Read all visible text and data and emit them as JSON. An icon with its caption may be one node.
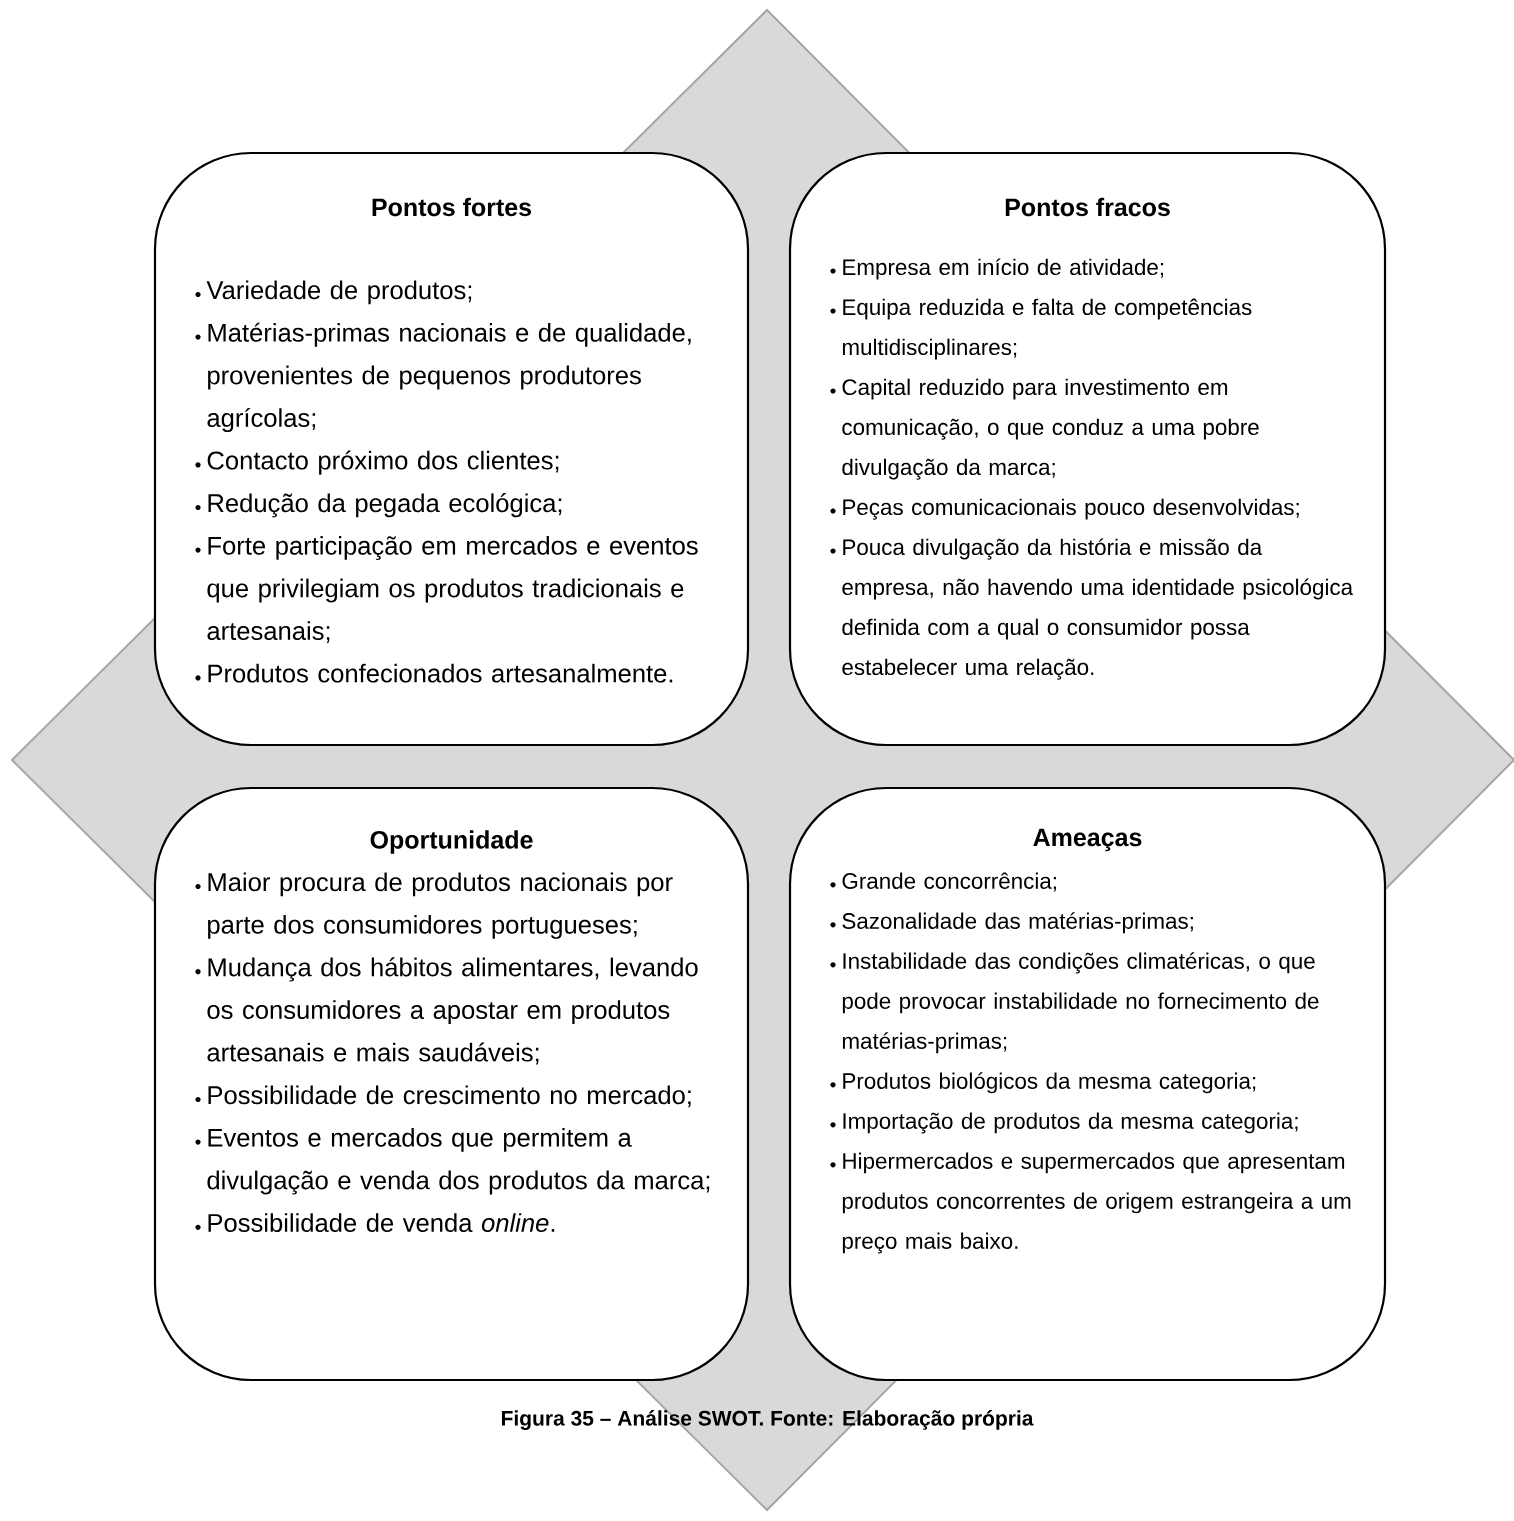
{
  "diagram": {
    "caption": "Figura 35 – Análise SWOT. Fonte: Elaboração própria",
    "nodes": [
      {
        "text": [
          "Pontos fortes",
          "Variedade de produtos;",
          "Matérias-primas nacionais e de qualidade, provenientes de pequenos produtores agrícolas;",
          "Contacto próximo dos clientes;",
          "Redução da pegada ecológica;",
          "Forte participação em mercados e eventos que privilegiam os produtos tradicionais e artesanais;",
          "Produtos confecionados artesanalmente."
        ]
      },
      {
        "text": [
          "Pontos fracos",
          "Empresa em início de atividade;",
          "Equipa reduzida e falta de competências multidisciplinares;",
          "Capital reduzido para investimento em comunicação, o que conduz a uma pobre divulgação da marca;",
          "Peças comunicacionais pouco desenvolvidas;",
          "Pouca divulgação da história e missão da empresa, não havendo uma identidade psicológica definida com a qual o consumidor possa estabelecer uma relação."
        ]
      },
      {
        "text": [
          "Oportunidade",
          "Maior procura de produtos nacionais por parte dos consumidores portugueses;",
          "Mudança dos hábitos alimentares, levando os consumidores a apostar em produtos artesanais e mais saudáveis;",
          "Possibilidade de crescimento no mercado;",
          "Eventos e mercados que permitem a divulgação e venda dos produtos da marca;",
          "Possibilidade de venda *online*."
        ]
      },
      {
        "text": [
          "Ameaças",
          "Grande concorrência;",
          "Sazonalidade das matérias-primas;",
          "Instabilidade das condições climatéricas, o que pode provocar instabilidade no fornecimento de matérias-primas;",
          "Produtos biológicos da mesma categoria;",
          "Importação de produtos da mesma categoria;",
          "Hipermercados e supermercados que apresentam produtos concorrentes de origem estrangeira a um preço mais baixo."
        ]
      }
    ]
  }
}
